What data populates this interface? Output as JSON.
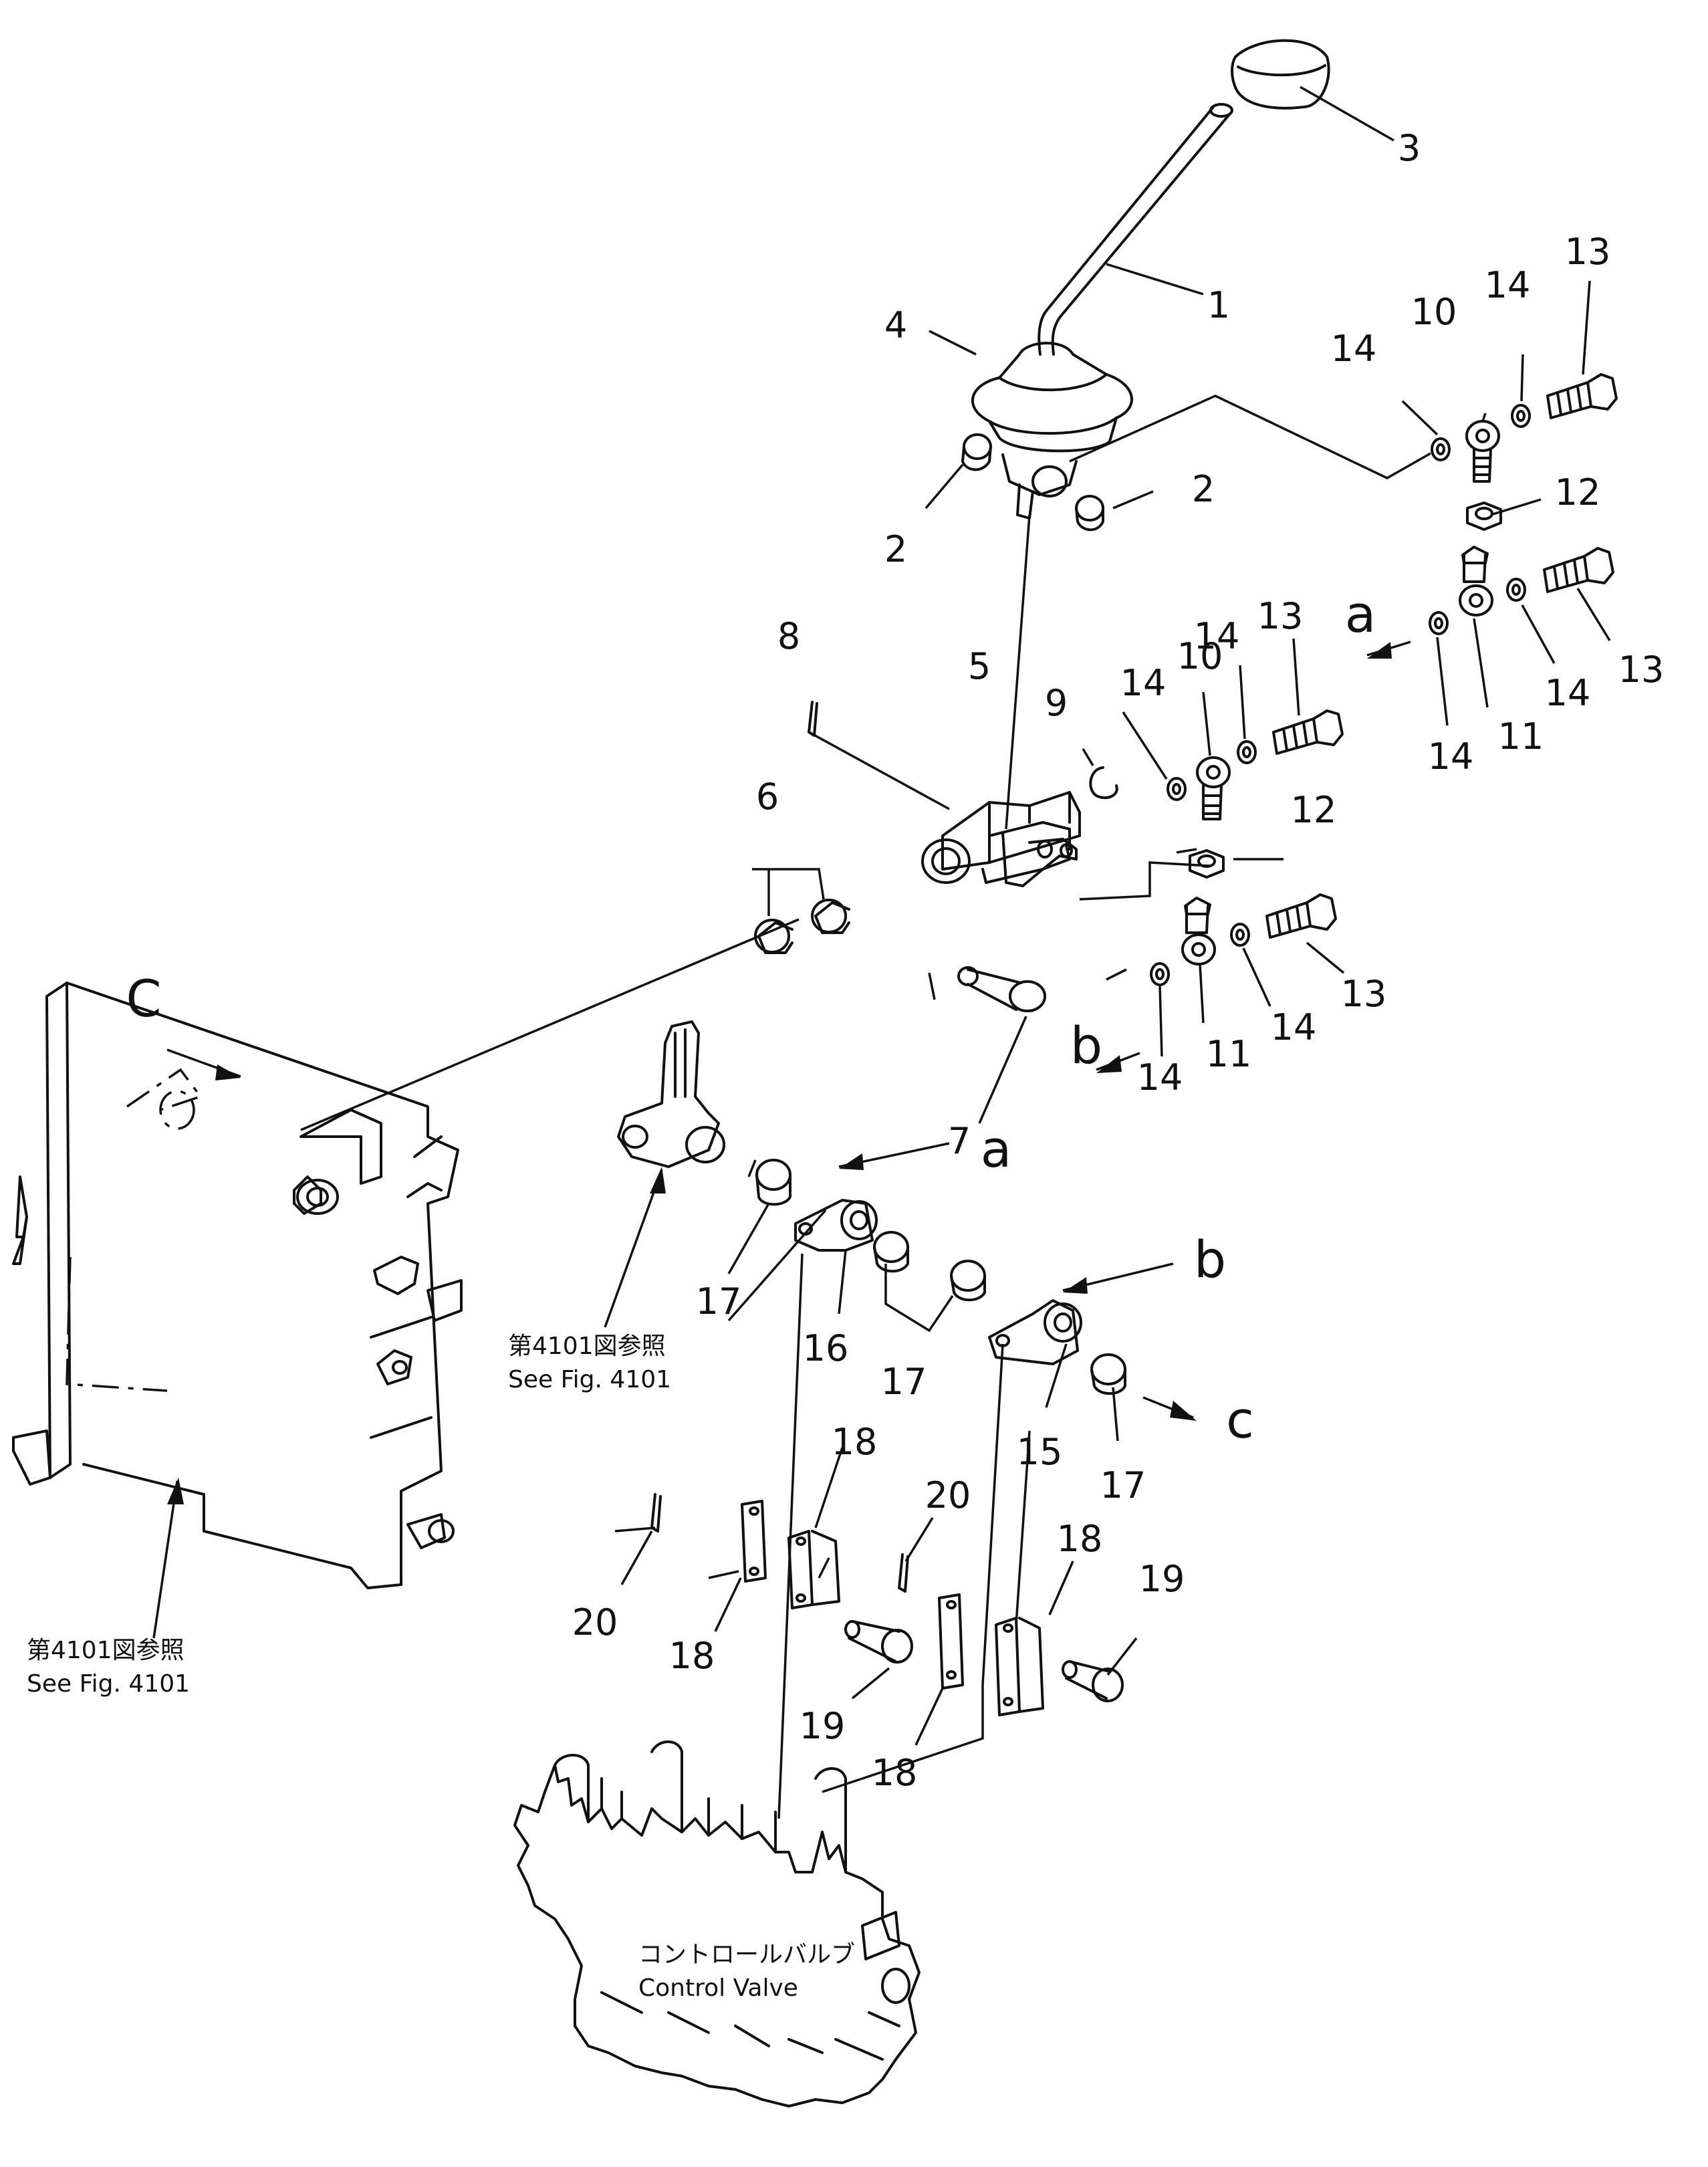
{
  "callouts": {
    "c1": "1",
    "c2": "2",
    "c3": "3",
    "c4": "4",
    "c5": "5",
    "c6": "6",
    "c7": "7",
    "c8": "8",
    "c9": "9",
    "c10": "10",
    "c11": "11",
    "c12": "12",
    "c13": "13",
    "c14": "14",
    "c15": "15",
    "c16": "16",
    "c17": "17",
    "c18": "18",
    "c19": "19",
    "c20": "20"
  },
  "letters": {
    "a": "a",
    "b": "b",
    "c": "c",
    "C": "C"
  },
  "notes": {
    "ref_jp": "第4101図参照",
    "ref_en": "See Fig. 4101",
    "valve_jp": "コントロールバルブ",
    "valve_en": "Control Valve"
  }
}
